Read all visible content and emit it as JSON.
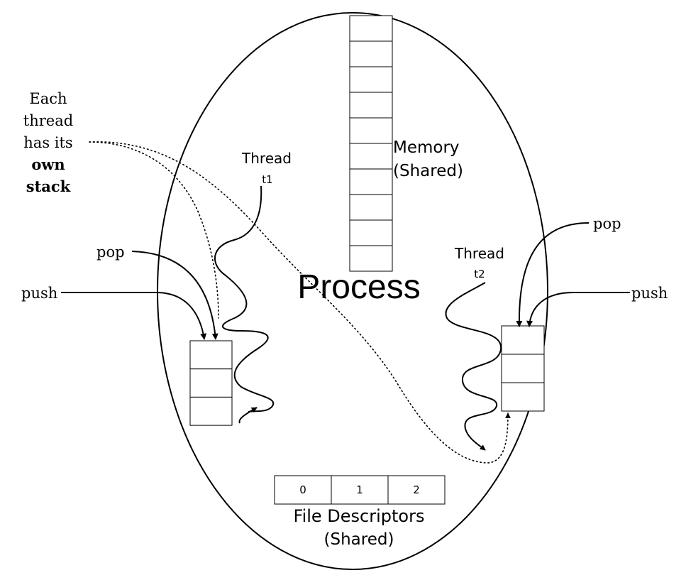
{
  "process": {
    "label": "Process"
  },
  "memory": {
    "label_line1": "Memory",
    "label_line2": "(Shared)",
    "cell_count": 10
  },
  "file_descriptors": {
    "cells": [
      "0",
      "1",
      "2"
    ],
    "label_line1": "File Descriptors",
    "label_line2": "(Shared)"
  },
  "thread1": {
    "label": "Thread",
    "subscript": "t1",
    "push_label": "push",
    "pop_label": "pop",
    "stack_cells": 3
  },
  "thread2": {
    "label": "Thread",
    "subscript": "t2",
    "push_label": "push",
    "pop_label": "pop",
    "stack_cells": 3
  },
  "note": {
    "line1": "Each",
    "line2": "thread",
    "line3": "has its",
    "line4": "own",
    "line5": "stack"
  },
  "colors": {
    "ink": "#000000",
    "background": "#ffffff"
  }
}
